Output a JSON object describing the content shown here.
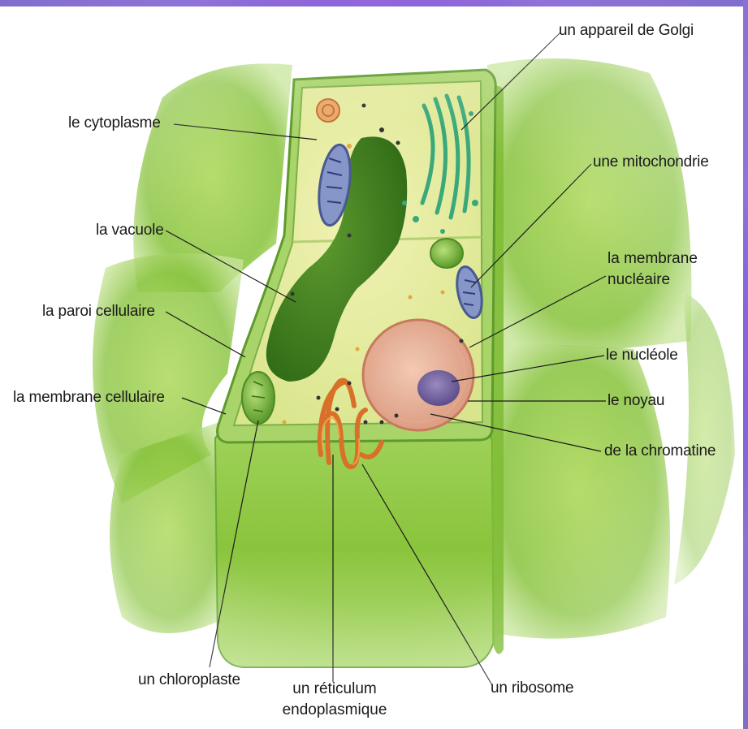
{
  "labels": {
    "golgi": "un appareil de Golgi",
    "cytoplasme": "le cytoplasme",
    "mitochondrie": "une mitochondrie",
    "vacuole": "la vacuole",
    "membrane_nucleaire_1": "la membrane",
    "membrane_nucleaire_2": "nucléaire",
    "paroi": "la paroi cellulaire",
    "nucleole": "le nucléole",
    "membrane_cellulaire": "la membrane cellulaire",
    "noyau": "le noyau",
    "chromatine": "de la chromatine",
    "chloroplaste": "un chloroplaste",
    "reticulum_1": "un réticulum",
    "reticulum_2": "endoplasmique",
    "ribosome": "un ribosome"
  },
  "colors": {
    "frame_accent": "#5a2bd0",
    "cell_green": "#8cc63f",
    "cytoplasm": "#e6eda0",
    "vacuole": "#3f7f1e",
    "nucleus": "#e9b7a0",
    "nucleolus": "#7a6aa8",
    "golgi": "#3aa87a",
    "reticulum": "#d9702a",
    "mitochondria": "#5a6fa8"
  }
}
